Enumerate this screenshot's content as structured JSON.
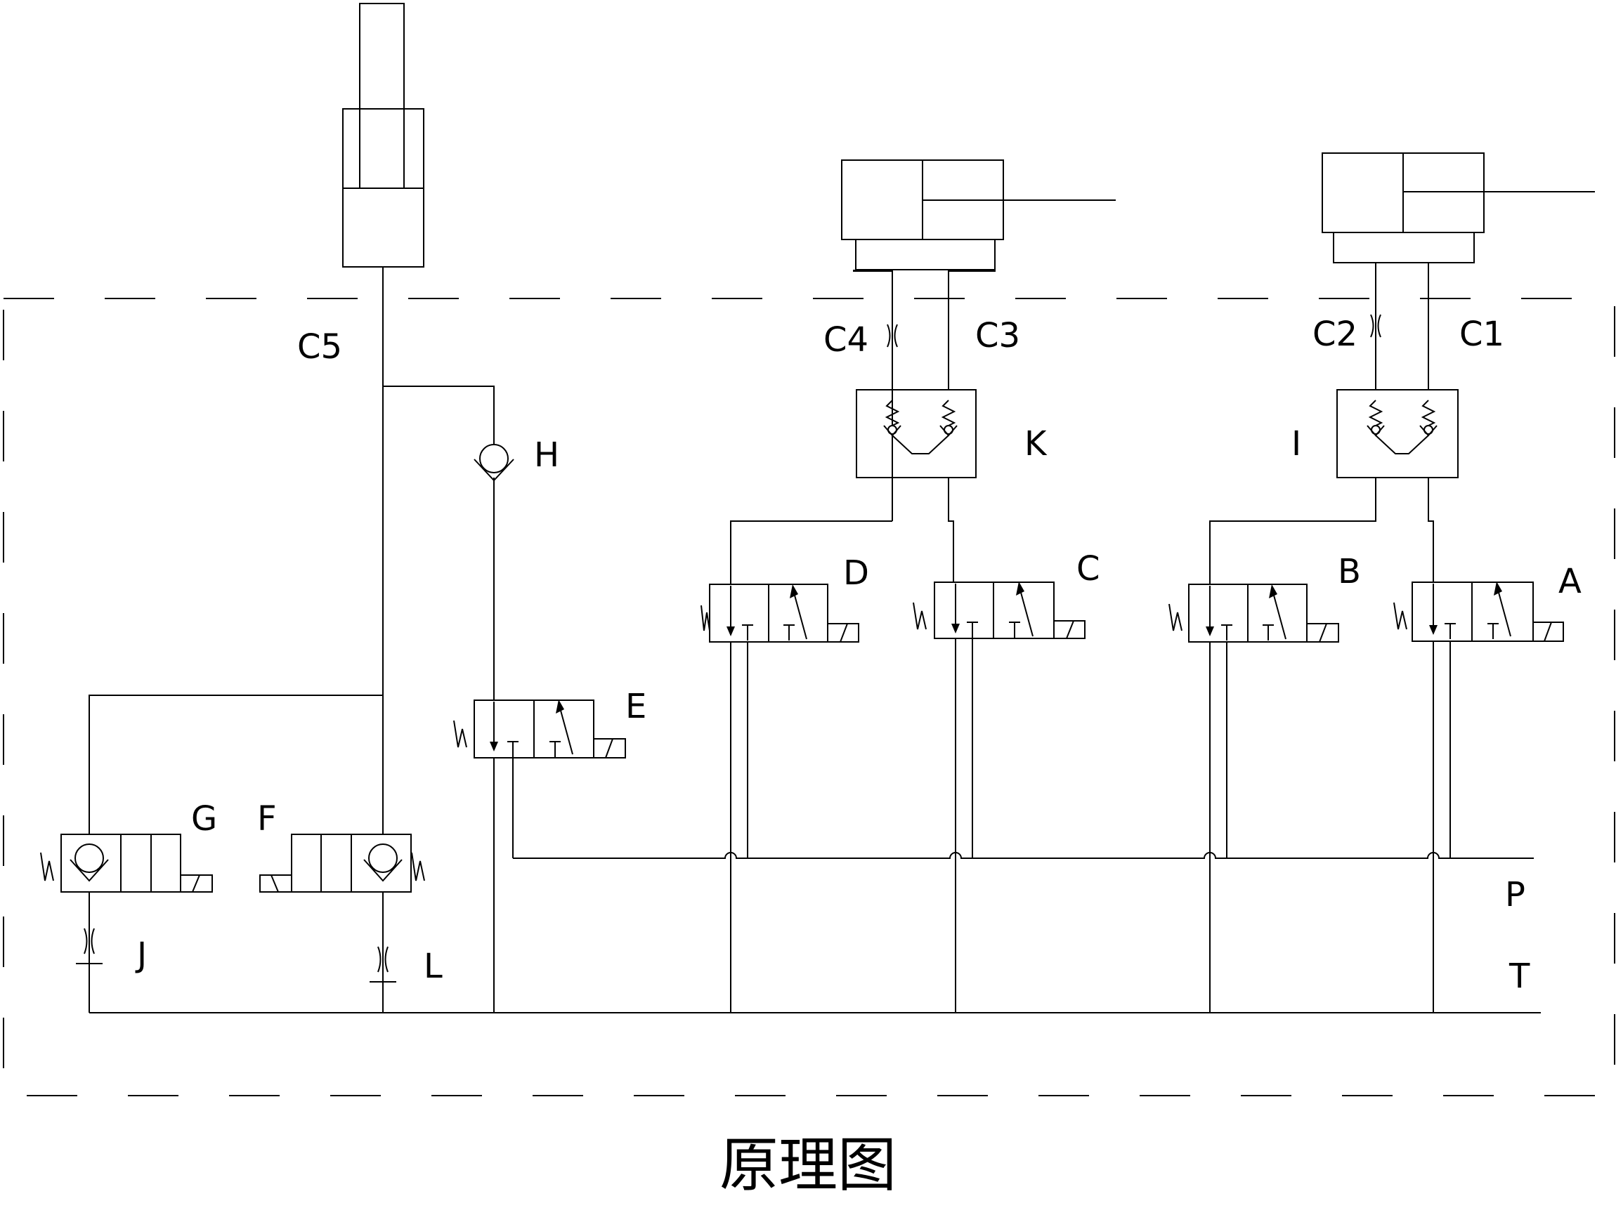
{
  "title": "原理图",
  "ports": {
    "p": "P",
    "t": "T"
  },
  "valves": {
    "a": "A",
    "b": "B",
    "c": "C",
    "d": "D",
    "e": "E",
    "f": "F",
    "g": "G",
    "h": "H",
    "i": "I",
    "j": "J",
    "k": "K",
    "l": "L"
  },
  "connections": {
    "c1": "C1",
    "c2": "C2",
    "c3": "C3",
    "c4": "C4",
    "c5": "C5"
  },
  "valve_symbol": {
    "spring": "W",
    "tank": "T"
  }
}
